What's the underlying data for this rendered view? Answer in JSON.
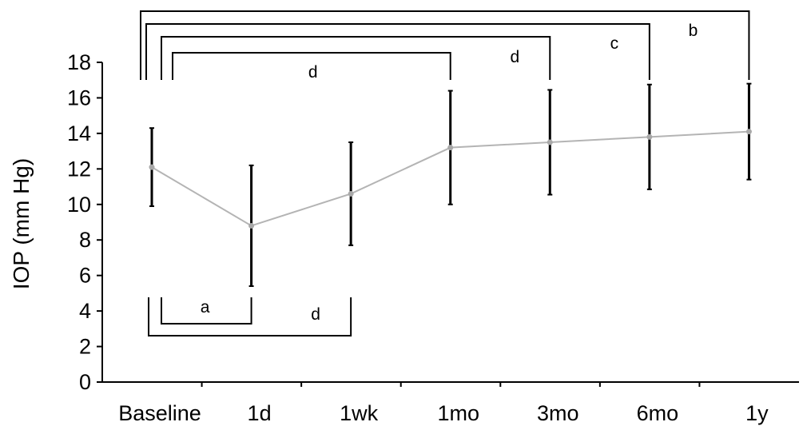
{
  "chart_data": {
    "type": "line",
    "title": "",
    "xlabel": "",
    "ylabel": "IOP (mm Hg)",
    "categories": [
      "Baseline",
      "1d",
      "1wk",
      "1mo",
      "3mo",
      "6mo",
      "1y"
    ],
    "ylim": [
      0,
      18
    ],
    "yticks": [
      0,
      2,
      4,
      6,
      8,
      10,
      12,
      14,
      16,
      18
    ],
    "grid": false,
    "legend": "none",
    "series": [
      {
        "name": "",
        "values": [
          12.1,
          8.8,
          10.6,
          13.2,
          13.5,
          13.8,
          14.1
        ],
        "error": [
          2.2,
          3.4,
          2.9,
          3.2,
          2.95,
          2.95,
          2.7
        ],
        "line_color": "#b4b4b4",
        "marker_color": "#a8a8a8",
        "errorbar_color": "#000000"
      }
    ],
    "significance": [
      {
        "from": 0,
        "to": 6,
        "label": "b",
        "placement": "above"
      },
      {
        "from": 0,
        "to": 5,
        "label": "c",
        "placement": "above"
      },
      {
        "from": 0,
        "to": 4,
        "label": "d",
        "placement": "above"
      },
      {
        "from": 0,
        "to": 3,
        "label": "d",
        "placement": "above"
      },
      {
        "from": 0,
        "to": 1,
        "label": "a",
        "placement": "below"
      },
      {
        "from": 0,
        "to": 2,
        "label": "d",
        "placement": "below"
      }
    ]
  }
}
